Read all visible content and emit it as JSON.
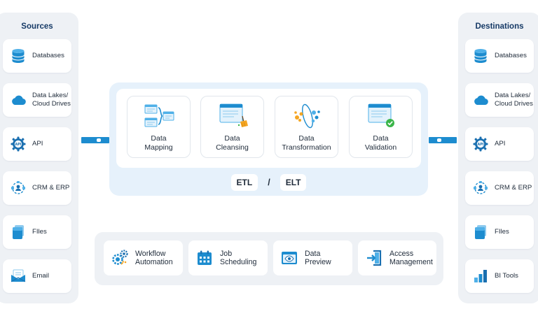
{
  "sources": {
    "title": "Sources",
    "items": [
      {
        "label": "Databases",
        "icon": "database-icon"
      },
      {
        "label": "Data Lakes/\nCloud Drives",
        "icon": "cloud-icon"
      },
      {
        "label": "API",
        "icon": "api-gear-icon"
      },
      {
        "label": "CRM & ERP",
        "icon": "crm-erp-icon"
      },
      {
        "label": "FIles",
        "icon": "files-icon"
      },
      {
        "label": "Email",
        "icon": "email-icon"
      }
    ]
  },
  "destinations": {
    "title": "Destinations",
    "items": [
      {
        "label": "Databases",
        "icon": "database-icon"
      },
      {
        "label": "Data Lakes/\nCloud Drives",
        "icon": "cloud-icon"
      },
      {
        "label": "API",
        "icon": "api-gear-icon"
      },
      {
        "label": "CRM & ERP",
        "icon": "crm-erp-icon"
      },
      {
        "label": "FIles",
        "icon": "files-icon"
      },
      {
        "label": "BI Tools",
        "icon": "bi-tools-icon"
      }
    ]
  },
  "process": {
    "steps": [
      {
        "label": "Data\nMapping",
        "icon": "data-mapping-icon"
      },
      {
        "label": "Data\nCleansing",
        "icon": "data-cleansing-icon"
      },
      {
        "label": "Data\nTransformation",
        "icon": "data-transformation-icon"
      },
      {
        "label": "Data\nValidation",
        "icon": "data-validation-icon"
      }
    ],
    "modes": {
      "etl": "ETL",
      "separator": "/",
      "elt": "ELT"
    }
  },
  "features": [
    {
      "label": "Workflow\nAutomation",
      "icon": "workflow-gears-icon"
    },
    {
      "label": "Job\nScheduling",
      "icon": "calendar-icon"
    },
    {
      "label": "Data\nPreview",
      "icon": "preview-window-icon"
    },
    {
      "label": "Access\nManagement",
      "icon": "login-door-icon"
    }
  ],
  "colors": {
    "primary_blue": "#1d8ccf",
    "dark_blue": "#163a66",
    "panel_gray": "#eef1f5",
    "panel_light_blue": "#e6f1fb",
    "accent_green": "#3bb54a",
    "accent_orange": "#f5a623"
  }
}
